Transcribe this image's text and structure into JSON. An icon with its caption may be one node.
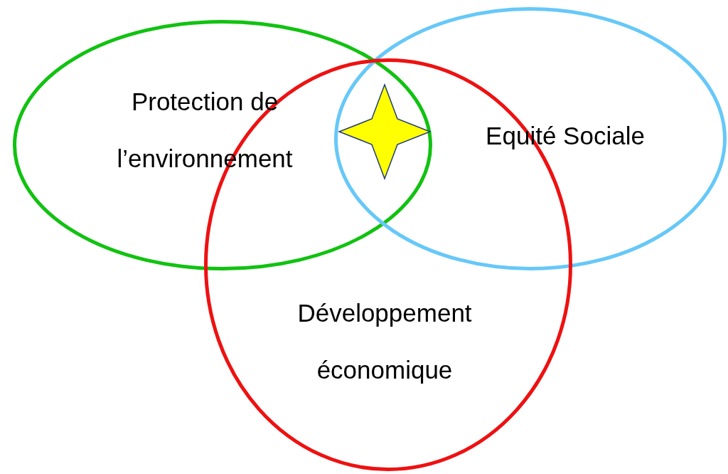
{
  "diagram": {
    "nodes": [
      {
        "text": [
          "Protection de l’environnement"
        ]
      },
      {
        "text": [
          "Equité Sociale"
        ]
      },
      {
        "text": [
          "Développement économique"
        ]
      }
    ],
    "edges": []
  }
}
